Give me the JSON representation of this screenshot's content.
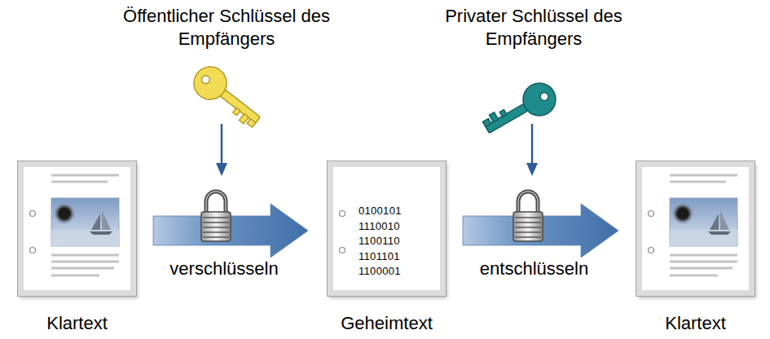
{
  "diagram": {
    "nodes": [
      {
        "text": [
          "Klartext"
        ]
      },
      {
        "text": [
          "0100101 1110010 1100110 1101101 1100001",
          "Geheimtext"
        ]
      },
      {
        "text": [
          "Klartext"
        ]
      }
    ],
    "edges": [
      {
        "from": 0,
        "to": 1,
        "arrow": "to",
        "label": "verschlüsseln"
      },
      {
        "from": 1,
        "to": 2,
        "arrow": "to",
        "label": "entschlüsseln"
      }
    ],
    "labels": [
      "Öffentlicher Schlüssel des Empfängers",
      "Privater Schlüssel des Empfängers"
    ]
  }
}
